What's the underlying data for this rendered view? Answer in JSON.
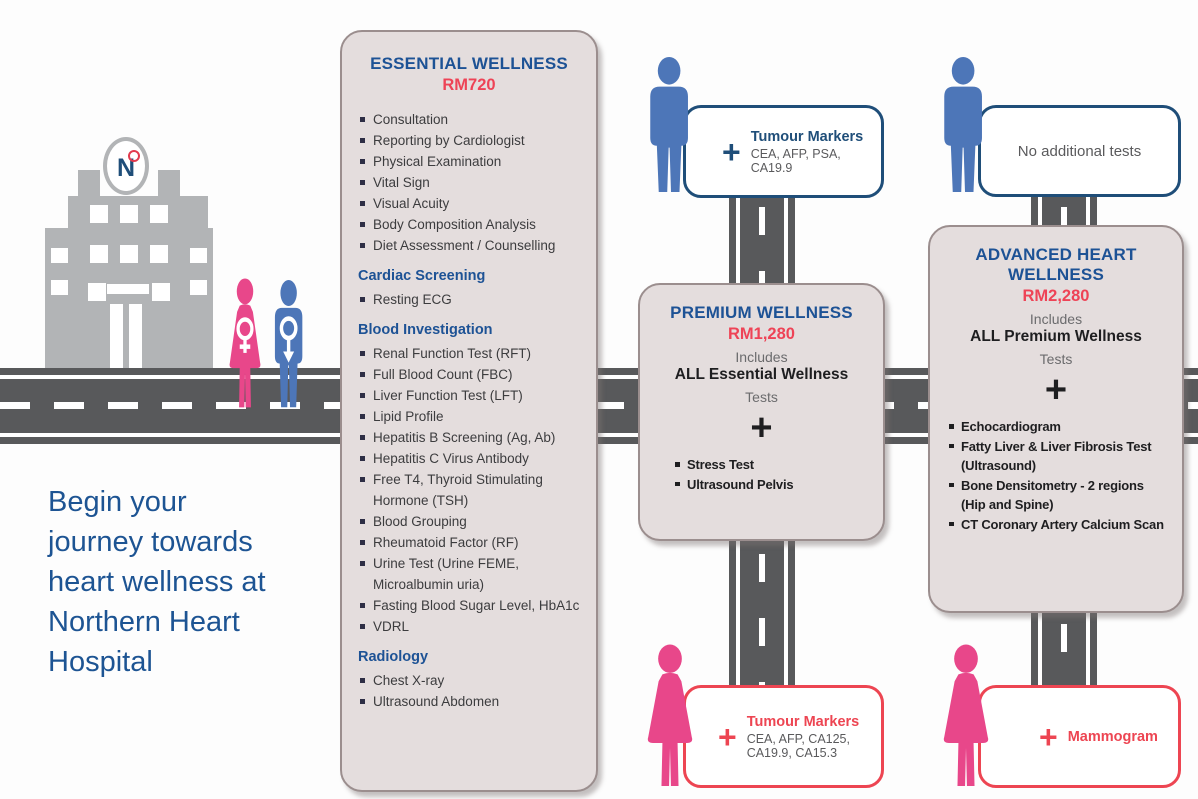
{
  "colors": {
    "navy": "#1d5295",
    "box_navy": "#1f4e79",
    "red": "#ed4552",
    "pink": "#e8478a",
    "blue": "#4d76b8",
    "road_gray": "#58595b",
    "card_bg": "#e4dddd"
  },
  "logo": {
    "letter": "N"
  },
  "tagline_lines": [
    "Begin your",
    "journey towards",
    "heart wellness at",
    "Northern Heart",
    "Hospital"
  ],
  "essential": {
    "title": "ESSENTIAL WELLNESS",
    "price": "RM720",
    "items": [
      "Consultation",
      "Reporting by Cardiologist",
      "Physical Examination",
      "Vital Sign",
      "Visual Acuity",
      "Body Composition Analysis",
      "Diet Assessment / Counselling"
    ],
    "sections": [
      {
        "heading": "Cardiac Screening",
        "items": [
          "Resting ECG"
        ]
      },
      {
        "heading": "Blood Investigation",
        "items": [
          "Renal Function Test (RFT)",
          "Full Blood Count (FBC)",
          "Liver Function Test (LFT)",
          "Lipid Profile",
          "Hepatitis B Screening (Ag, Ab)",
          "Hepatitis C Virus Antibody",
          "Free T4, Thyroid Stimulating Hormone (TSH)",
          "Blood Grouping",
          "Rheumatoid Factor (RF)",
          "Urine Test (Urine FEME, Microalbumin uria)",
          "Fasting Blood Sugar Level, HbA1c",
          "VDRL"
        ]
      },
      {
        "heading": "Radiology",
        "items": [
          "Chest X-ray",
          "Ultrasound Abdomen"
        ]
      }
    ]
  },
  "premium": {
    "title": "PREMIUM WELLNESS",
    "price": "RM1,280",
    "includes": "Includes",
    "includes_bold": "ALL Essential Wellness",
    "tests": "Tests",
    "plus": "+",
    "items": [
      "Stress Test",
      "Ultrasound Pelvis"
    ]
  },
  "advanced": {
    "title": "ADVANCED HEART WELLNESS",
    "price": "RM2,280",
    "includes": "Includes",
    "includes_bold": "ALL Premium Wellness",
    "tests": "Tests",
    "plus": "+",
    "items": [
      "Echocardiogram",
      "Fatty Liver & Liver Fibrosis Test (Ultrasound)",
      "Bone Densitometry - 2 regions (Hip and Spine)",
      "CT Coronary Artery Calcium Scan"
    ]
  },
  "callouts": {
    "premium_male": {
      "plus": "+",
      "title": "Tumour Markers",
      "detail": "CEA, AFP, PSA, CA19.9"
    },
    "advanced_male": {
      "text": "No additional tests"
    },
    "premium_female": {
      "plus": "+",
      "title": "Tumour Markers",
      "detail": "CEA, AFP, CA125, CA19.9, CA15.3"
    },
    "advanced_female": {
      "plus": "+",
      "title": "Mammogram"
    }
  }
}
